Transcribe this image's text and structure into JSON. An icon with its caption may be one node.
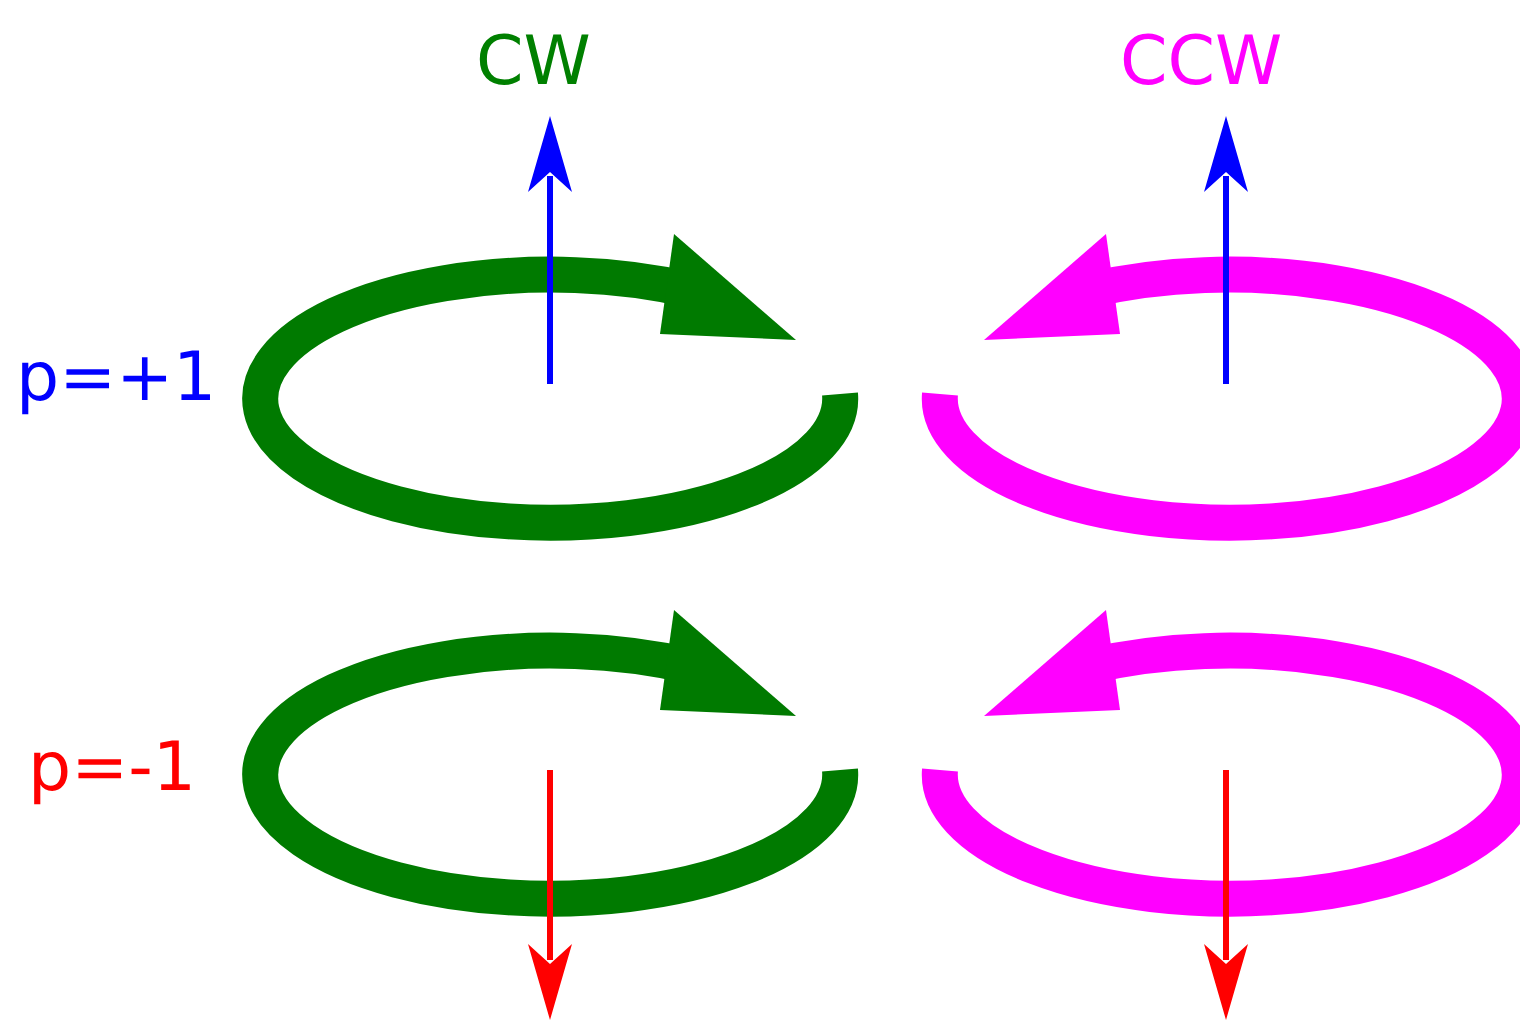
{
  "diagram": {
    "labels": [
      "CW",
      "CCW",
      "p=+1",
      "p=-1"
    ]
  }
}
